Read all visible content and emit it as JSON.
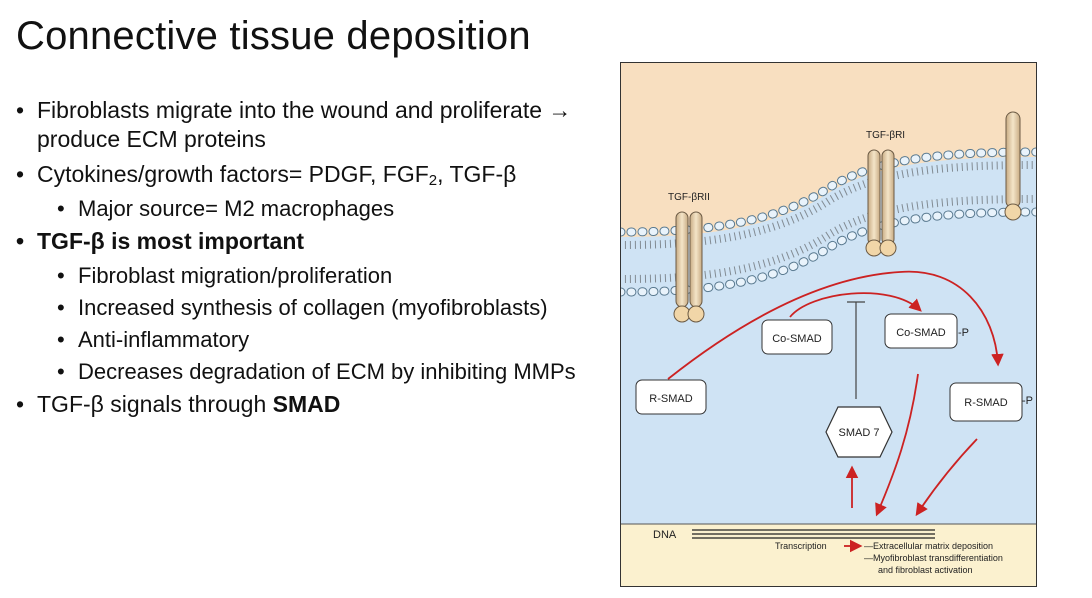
{
  "slide": {
    "title": "Connective tissue deposition",
    "bullets": {
      "b1": "Fibroblasts migrate into the wound and proliferate → produce ECM proteins",
      "b2_pre": "Cytokines/growth factors= PDGF, FGF",
      "b2_sub": "2",
      "b2_post": ", TGF-β",
      "b2a": "Major source= M2 macrophages",
      "b3": "TGF-β is most important",
      "b3a": "Fibroblast migration/proliferation",
      "b3b": "Increased synthesis of collagen (myofibroblasts)",
      "b3c": "Anti-inflammatory",
      "b3d": "Decreases degradation of ECM by inhibiting MMPs",
      "b4_pre": "TGF-β signals through ",
      "b4_bold": "SMAD"
    }
  },
  "figure": {
    "receptor_left": "TGF-βRII",
    "receptor_right": "TGF-βRI",
    "co_smad": "Co-SMAD",
    "co_smad_p": "Co-SMAD",
    "r_smad": "R-SMAD",
    "r_smad_p": "R-SMAD",
    "phospho": "-P",
    "smad7": "SMAD 7",
    "dna": "DNA",
    "transcription": "Transcription",
    "outcome1": "—Extracellular matrix deposition",
    "outcome2": "—Myofibroblast transdifferentiation",
    "outcome3": "and fibroblast activation",
    "colors": {
      "extracellular": "#f8dfc0",
      "cytoplasm": "#cfe3f4",
      "nucleus": "#fbf1cf",
      "arrow": "#cc2222"
    }
  }
}
